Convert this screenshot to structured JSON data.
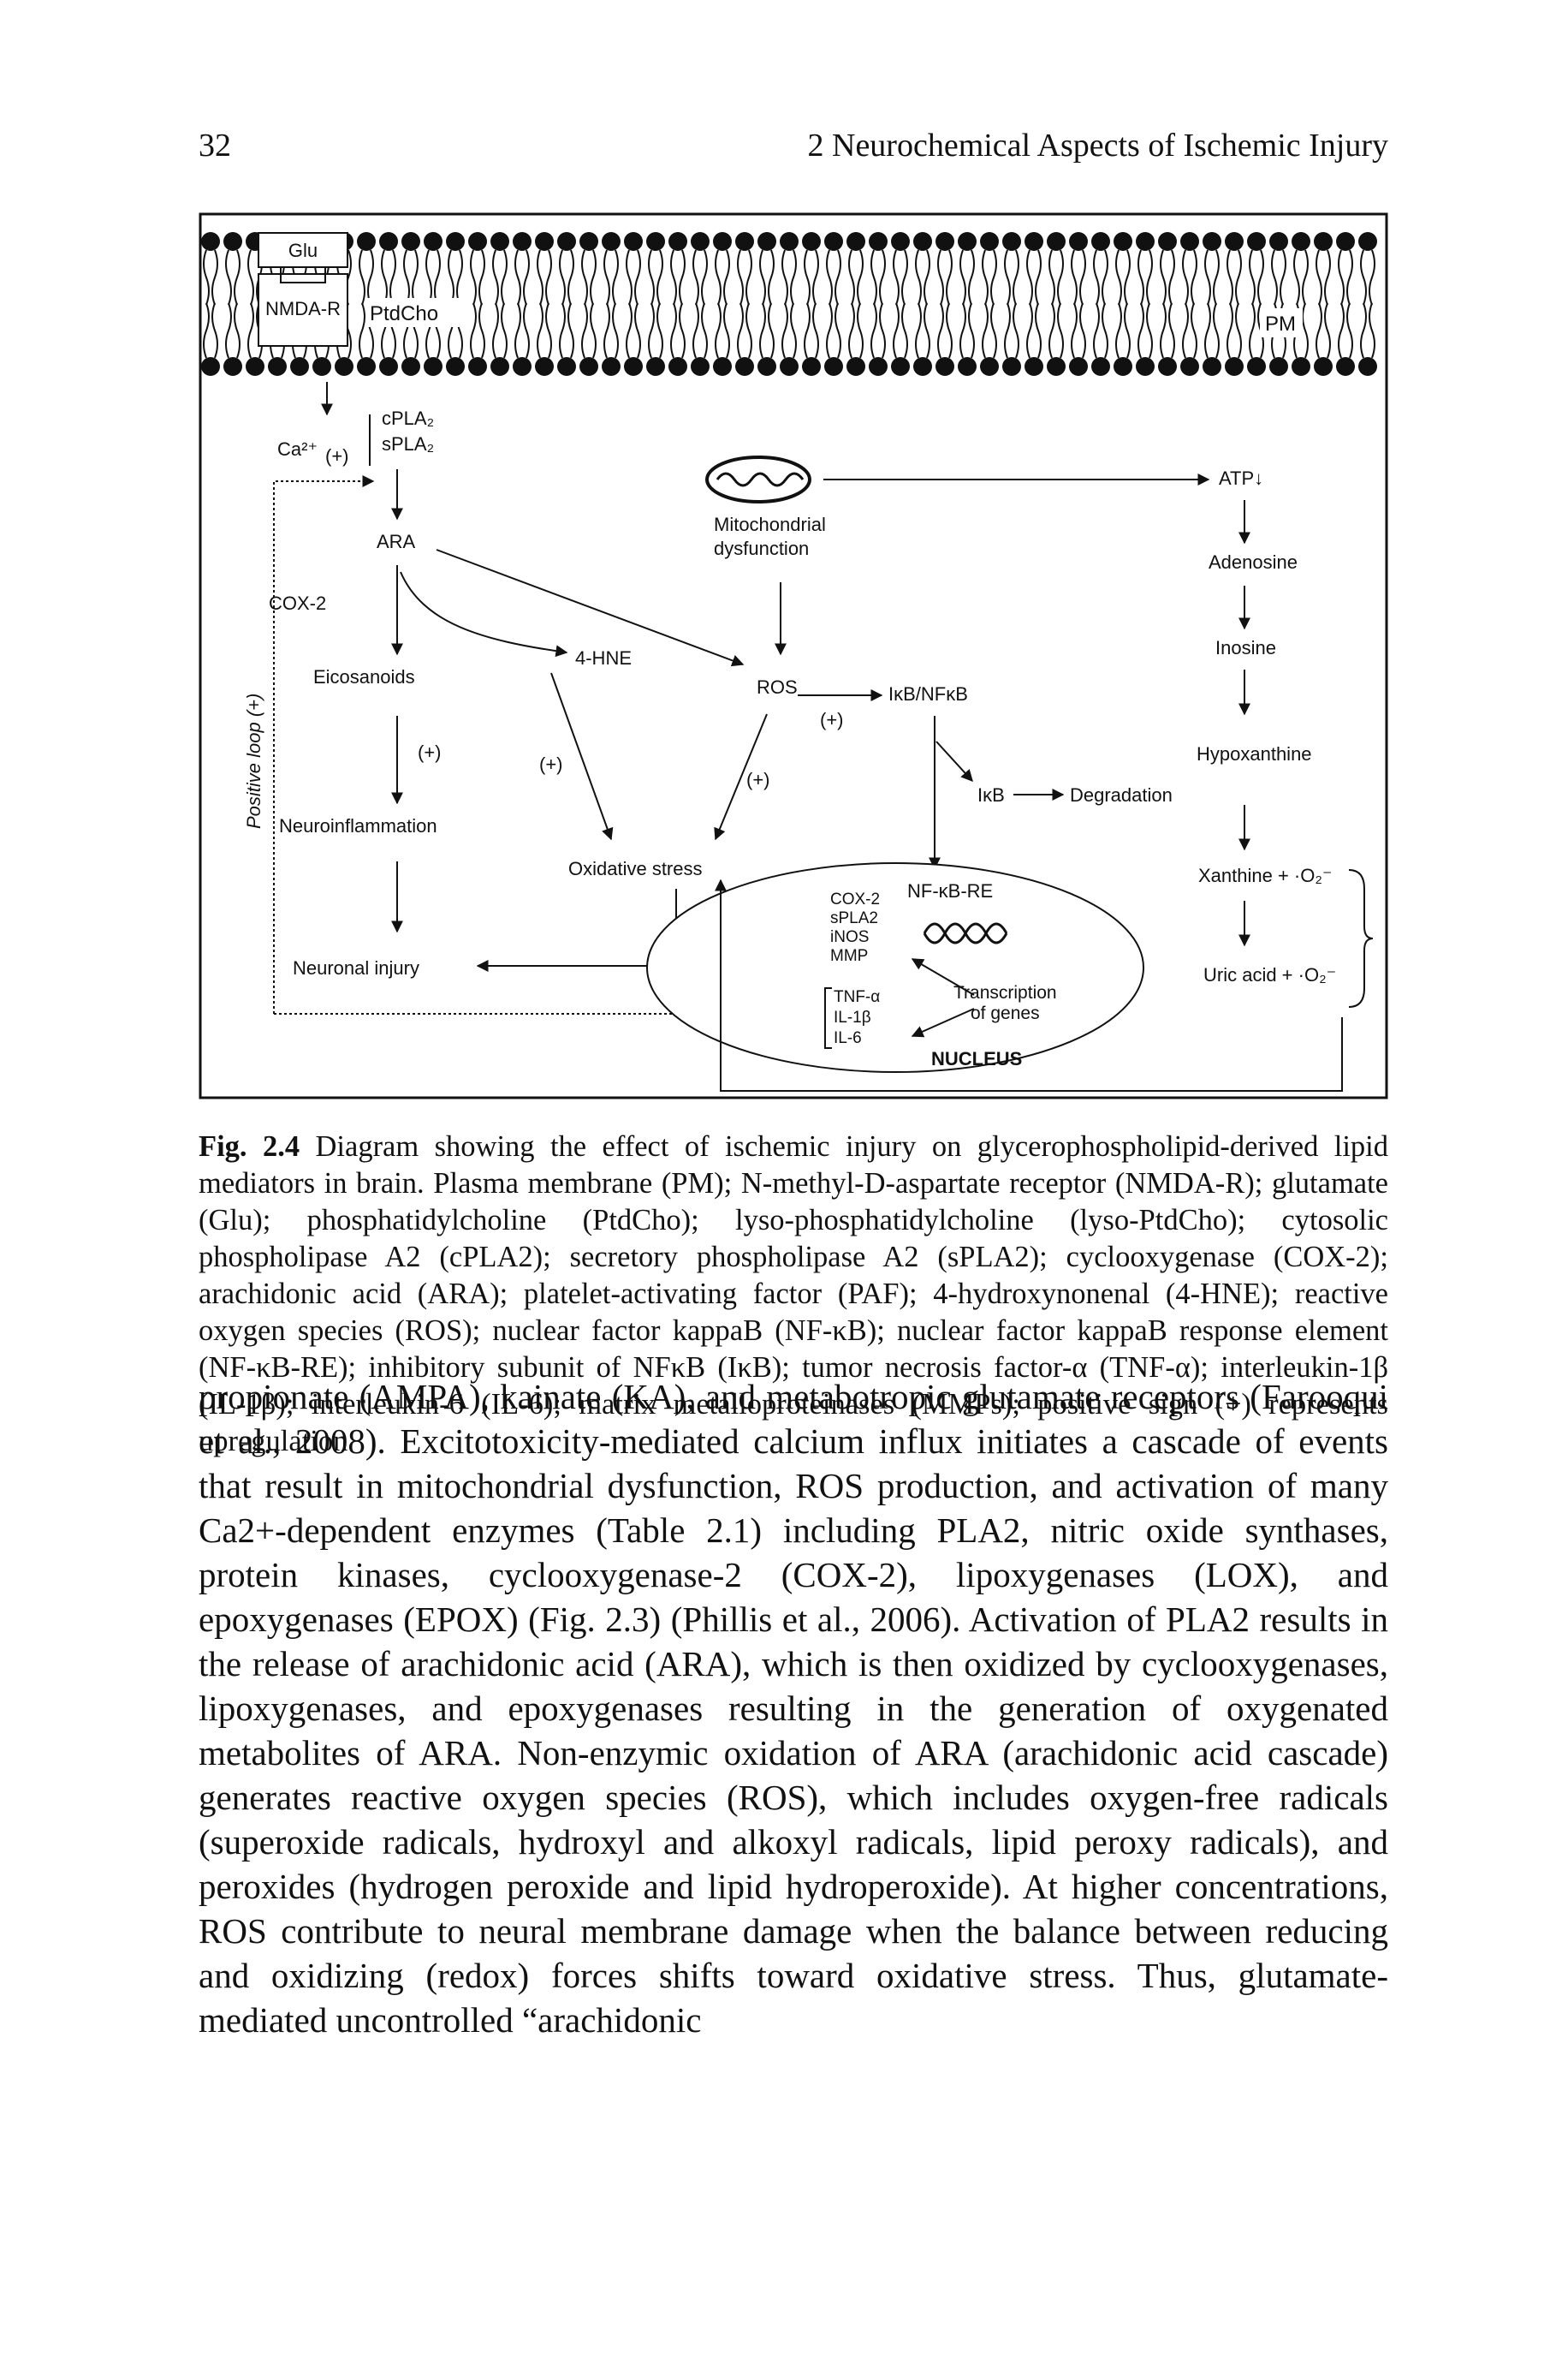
{
  "header": {
    "page_number": "32",
    "running_head": "2 Neurochemical Aspects of Ischemic Injury"
  },
  "figure": {
    "labels": {
      "glu": "Glu",
      "nmda_r": "NMDA-R",
      "ptdcho": "PtdCho",
      "pm": "PM",
      "ca": "Ca²⁺",
      "ca_plus": "(+)",
      "cpla2": "cPLA₂",
      "spla2": "sPLA₂",
      "ara": "ARA",
      "cox2": "COX-2",
      "eicosanoids": "Eicosanoids",
      "hne": "4-HNE",
      "plus_eico": "(+)",
      "neuroinflammation": "Neuroinflammation",
      "neuronal_injury": "Neuronal injury",
      "mito_line1": "Mitochondrial",
      "mito_line2": "dysfunction",
      "ros": "ROS",
      "plus_ros": "(+)",
      "ikb_nfkb": "IκB/NFκB",
      "plus_hne": "(+)",
      "plus_ros2": "(+)",
      "oxidative_stress": "Oxidative stress",
      "ikb": "IκB",
      "degradation": "Degradation",
      "nfkb_re": "NF-κB-RE",
      "genes_up": [
        "COX-2",
        "sPLA2",
        "iNOS",
        "MMP"
      ],
      "genes_down": [
        "TNF-α",
        "IL-1β",
        "IL-6"
      ],
      "transcription_line1": "Transcription",
      "transcription_line2": "of genes",
      "nucleus": "NUCLEUS",
      "atp": "ATP↓",
      "adenosine": "Adenosine",
      "inosine": "Inosine",
      "hypoxanthine": "Hypoxanthine",
      "xanthine": "Xanthine + ·O₂⁻",
      "uric_acid": "Uric acid + ·O₂⁻",
      "positive_loop": "Positive loop (+)"
    }
  },
  "caption": {
    "label": "Fig. 2.4",
    "text": "Diagram showing the effect of ischemic injury on glycerophospholipid-derived lipid mediators in brain. Plasma membrane (PM); N-methyl-D-aspartate receptor (NMDA-R); glutamate (Glu); phosphatidylcholine (PtdCho); lyso-phosphatidylcholine (lyso-PtdCho); cytosolic phospholipase A2 (cPLA2); secretory phospholipase A2 (sPLA2); cyclooxygenase (COX-2); arachidonic acid (ARA); platelet-activating factor (PAF); 4-hydroxynonenal (4-HNE); reactive oxygen species (ROS); nuclear factor kappaB (NF-κB); nuclear factor kappaB response element (NF-κB-RE); inhibitory subunit of NFκB (IκB); tumor necrosis factor-α (TNF-α); interleukin-1β (IL-1β); interleukin-6 (IL-6); matrix metalloproteinases (MMPs); positive sign (+) represents upregulation"
  },
  "body": {
    "paragraph": "propionate (AMPA), kainate (KA), and metabotropic glutamate receptors (Farooqui et al., 2008). Excitotoxicity-mediated calcium influx initiates a cascade of events that result in mitochondrial dysfunction, ROS production, and activation of many Ca2+-dependent enzymes (Table 2.1) including PLA2, nitric oxide synthases, protein kinases, cyclooxygenase-2 (COX-2), lipoxygenases (LOX), and epoxygenases (EPOX) (Fig. 2.3) (Phillis et al., 2006). Activation of PLA2 results in the release of arachidonic acid (ARA), which is then oxidized by cyclooxygenases, lipoxygenases, and epoxygenases resulting in the generation of oxygenated metabolites of ARA. Non-enzymic oxidation of ARA (arachidonic acid cascade) generates reactive oxygen species (ROS), which includes oxygen-free radicals (superoxide radicals, hydroxyl and alkoxyl radicals, lipid peroxy radicals), and peroxides (hydrogen peroxide and lipid hydroperoxide). At higher concentrations, ROS contribute to neural membrane damage when the balance between reducing and oxidizing (redox) forces shifts toward oxidative stress. Thus, glutamate-mediated uncontrolled “arachidonic"
  }
}
